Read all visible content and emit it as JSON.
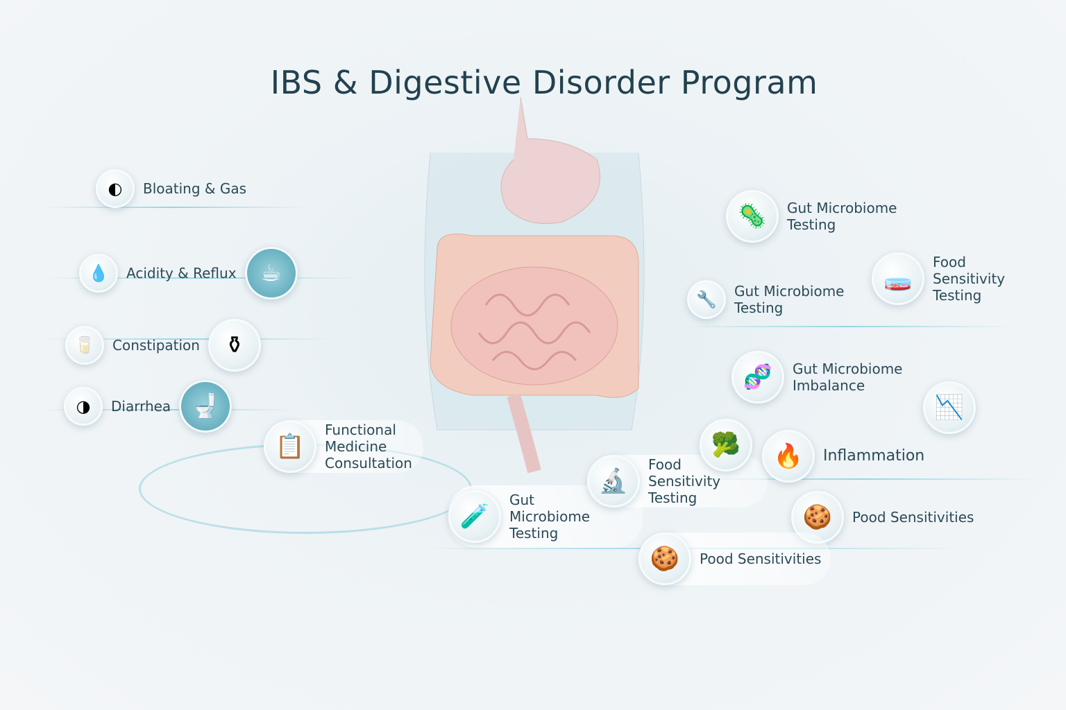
{
  "title": "IBS & Digestive Disorder Program",
  "symptoms": [
    {
      "label": "Bloating & Gas",
      "icon": "stomach-icon"
    },
    {
      "label": "Acidity & Reflux",
      "icon": "droplet-icon"
    },
    {
      "label": "Constipation",
      "icon": "cup-icon"
    },
    {
      "label": "Diarrhea",
      "icon": "drop-icon"
    }
  ],
  "program": [
    {
      "label": "Functional Medicine Consultation",
      "icon": "clipboard-icon"
    },
    {
      "label": "Gut Microbiome Testing",
      "icon": "test-kit-icon"
    },
    {
      "label": "Food Sensitivity Testing",
      "icon": "petri-dish-icon"
    }
  ],
  "right": [
    {
      "label": "Gut Microbiome Testing",
      "icon": "microbes-icon"
    },
    {
      "label": "Gut Microbiome Testing",
      "icon": "tools-icon"
    },
    {
      "label": "Food Sensitivity Testing",
      "icon": "test-tube-icon"
    },
    {
      "label": "Gut Microbiome Imbalance",
      "icon": "bacteria-icon"
    },
    {
      "label": "Inflammation",
      "icon": "flame-icon"
    },
    {
      "label": "Pood Sensitivities",
      "icon": "food-icon"
    },
    {
      "label": "Pood Sensitivities",
      "icon": "food-icon"
    }
  ]
}
